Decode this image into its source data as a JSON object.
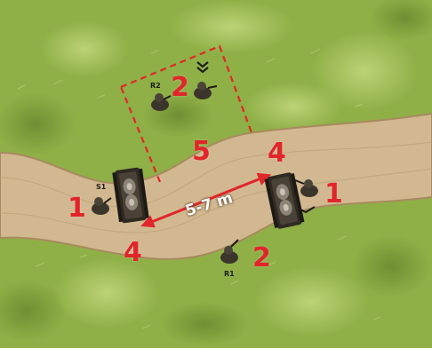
{
  "colors": {
    "grass": "#8fb047",
    "grass_light": "#b5cf6a",
    "grass_dark": "#5c7c2a",
    "road": "#d2b890",
    "road_edge": "#a88a60",
    "marker_red": "#e0262a",
    "sector_line": "#e0262a",
    "vehicle": "#3b352c"
  },
  "labels": {
    "left_fighter_number": "1",
    "right_fighter_number": "1",
    "top_fighter_number": "2",
    "bottom_fighter_number": "2",
    "sector_number": "5",
    "right_road_number": "4",
    "left_road_number": "4",
    "distance": "5-7 m",
    "left_soldier_code": "S1",
    "top_soldier_code": "R2",
    "bottom_soldier_code": "R1"
  },
  "icons": {
    "vehicle": "armored-vehicle-icon",
    "soldier": "kneeling-soldier-icon",
    "rank": "chevron-rank-icon",
    "arrow": "double-headed-arrow-icon"
  }
}
